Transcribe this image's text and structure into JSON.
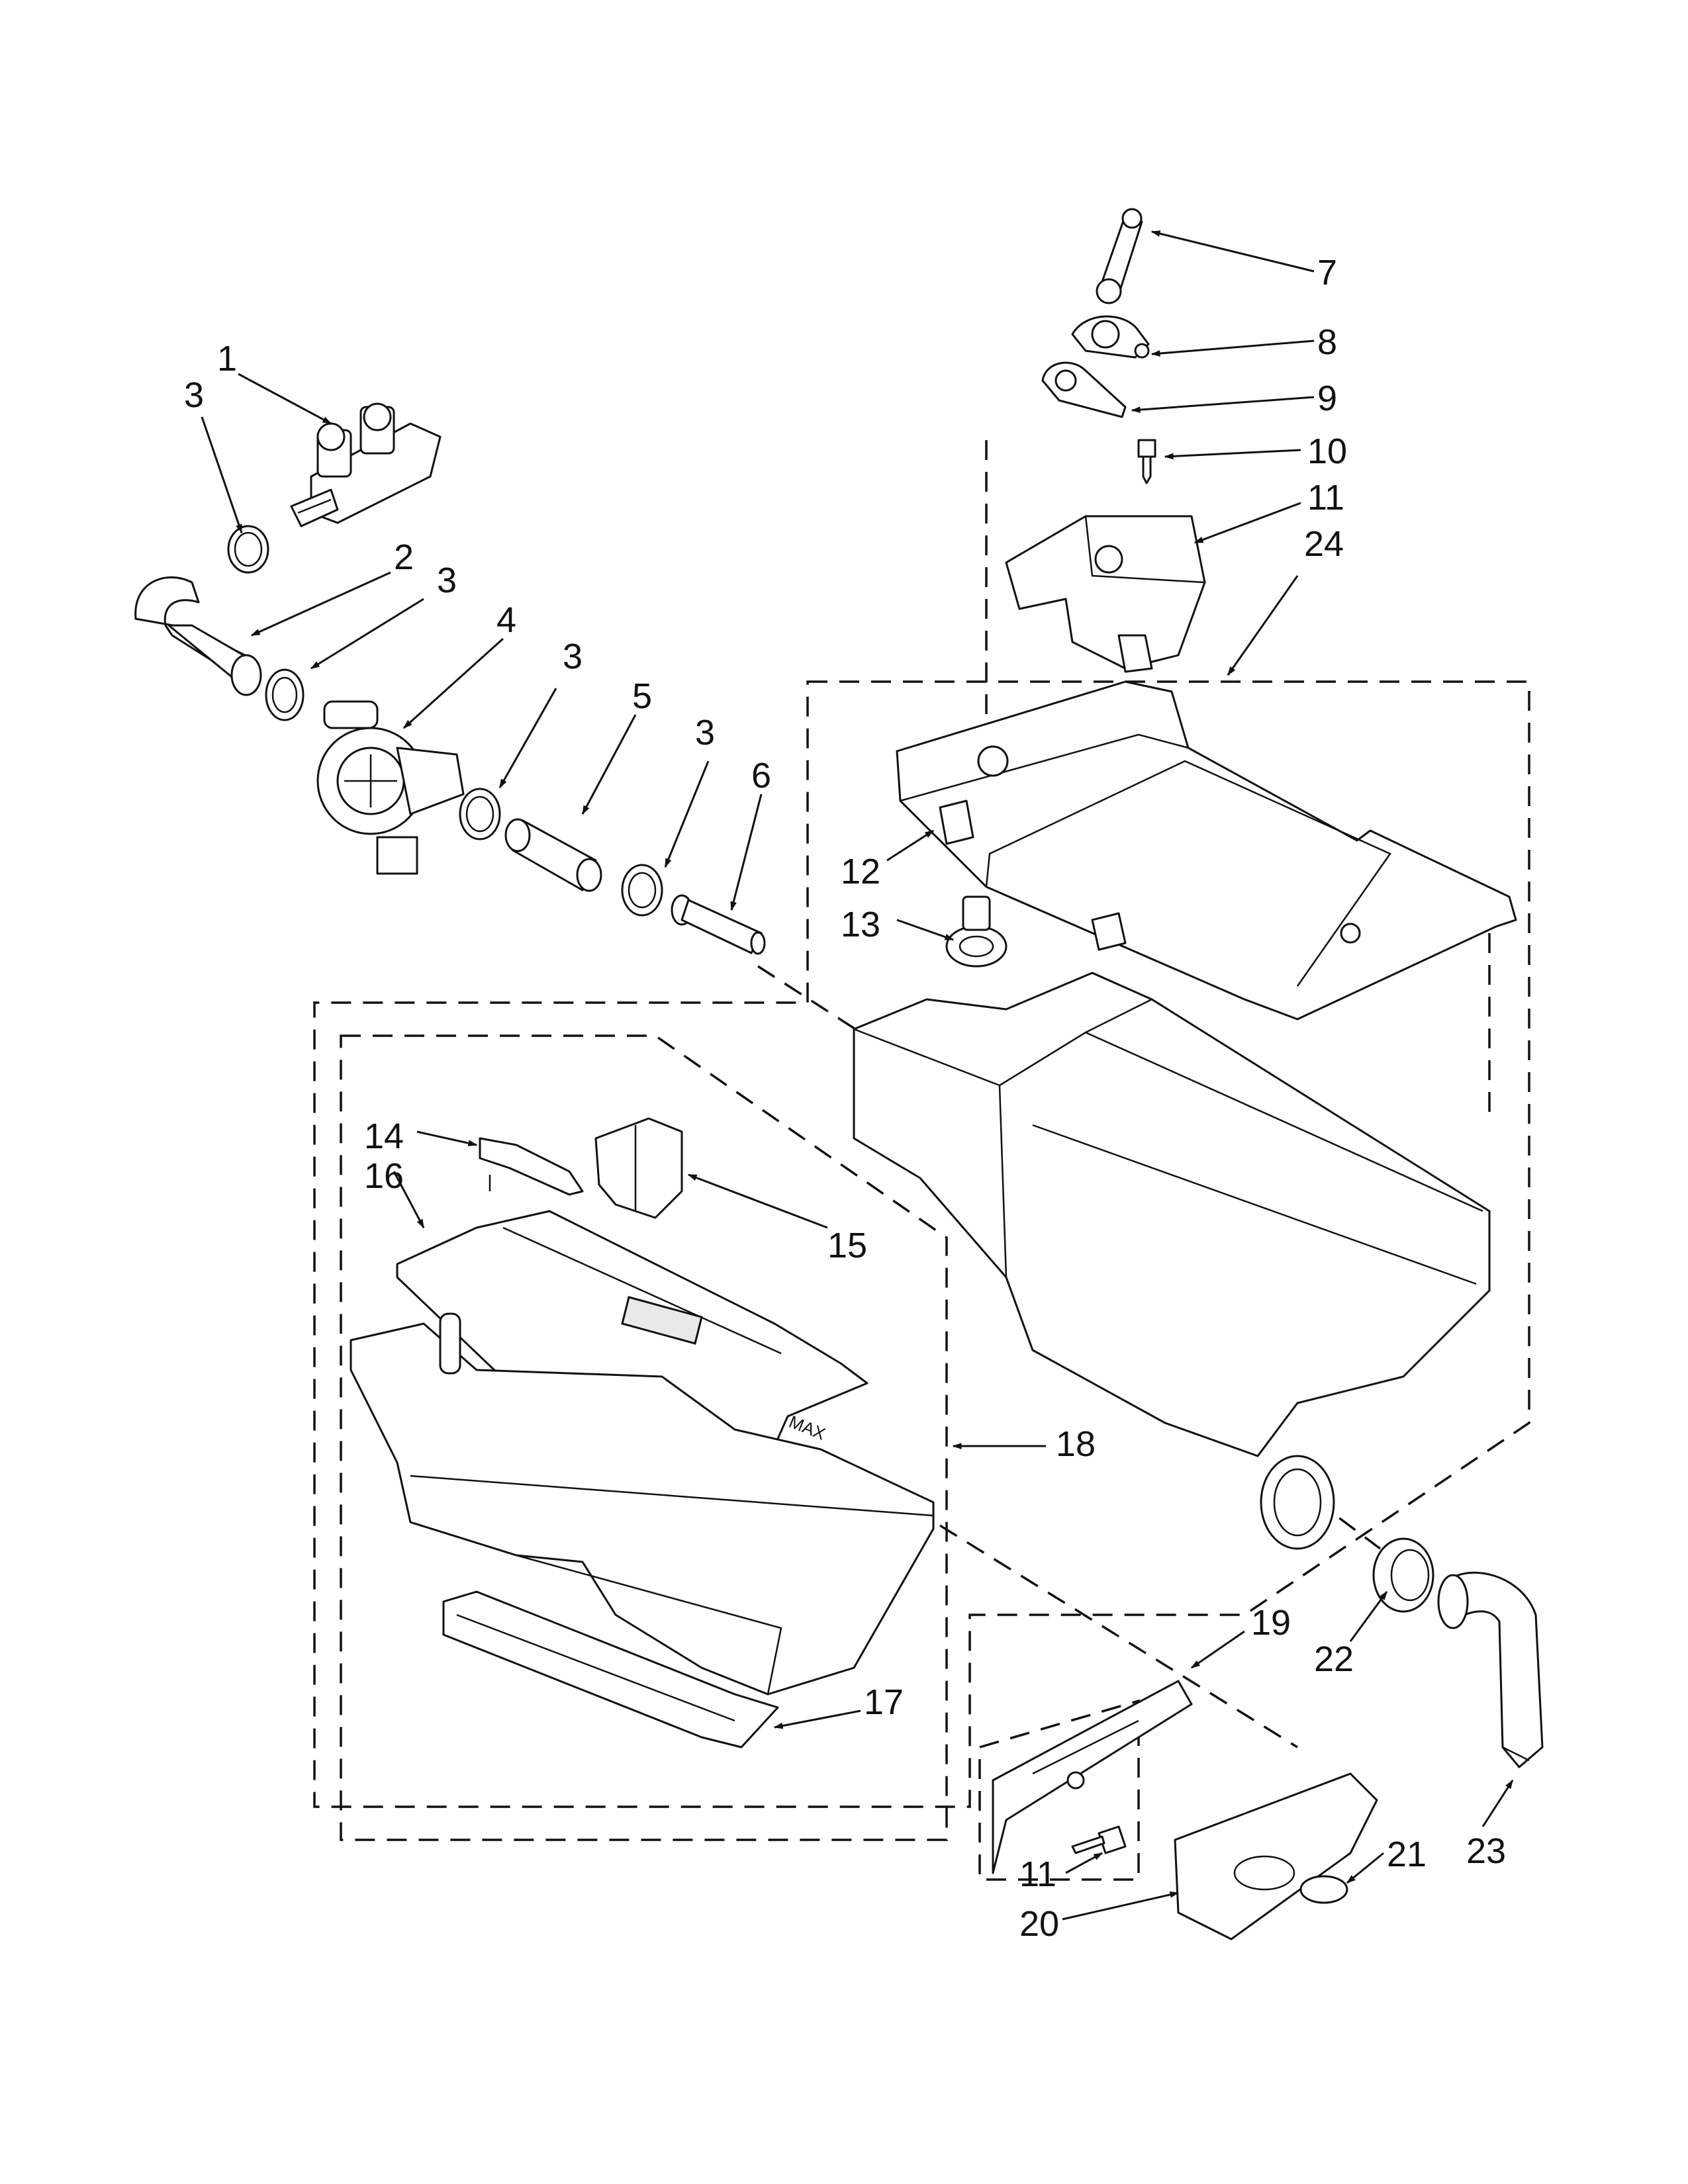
{
  "callouts": [
    {
      "id": "c1",
      "label": "1"
    },
    {
      "id": "c2",
      "label": "2"
    },
    {
      "id": "c3a",
      "label": "3"
    },
    {
      "id": "c3b",
      "label": "3"
    },
    {
      "id": "c3c",
      "label": "3"
    },
    {
      "id": "c3d",
      "label": "3"
    },
    {
      "id": "c4",
      "label": "4"
    },
    {
      "id": "c5",
      "label": "5"
    },
    {
      "id": "c6",
      "label": "6"
    },
    {
      "id": "c7",
      "label": "7"
    },
    {
      "id": "c8",
      "label": "8"
    },
    {
      "id": "c9",
      "label": "9"
    },
    {
      "id": "c10",
      "label": "10"
    },
    {
      "id": "c11a",
      "label": "11"
    },
    {
      "id": "c11b",
      "label": "11"
    },
    {
      "id": "c12",
      "label": "12"
    },
    {
      "id": "c13",
      "label": "13"
    },
    {
      "id": "c14",
      "label": "14"
    },
    {
      "id": "c15",
      "label": "15"
    },
    {
      "id": "c16",
      "label": "16"
    },
    {
      "id": "c17",
      "label": "17"
    },
    {
      "id": "c18",
      "label": "18"
    },
    {
      "id": "c19",
      "label": "19"
    },
    {
      "id": "c20",
      "label": "20"
    },
    {
      "id": "c21",
      "label": "21"
    },
    {
      "id": "c22",
      "label": "22"
    },
    {
      "id": "c23",
      "label": "23"
    },
    {
      "id": "c24",
      "label": "24"
    }
  ],
  "part_markings": {
    "drawer_max": "MAX"
  }
}
